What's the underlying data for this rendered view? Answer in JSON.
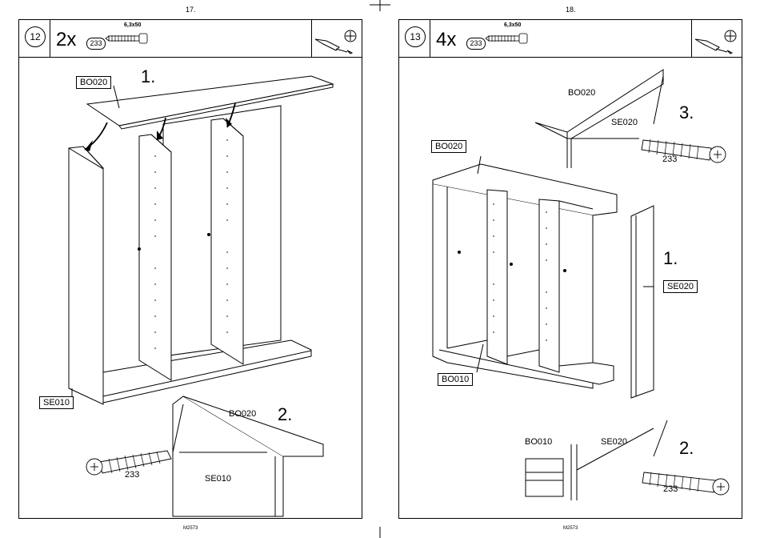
{
  "pages": [
    {
      "page_number": "17.",
      "step": "12",
      "quantity": "2x",
      "part": "233",
      "screw_spec": "6,3x50",
      "labels": {
        "top_panel": "BO020",
        "side_panel": "SE010",
        "detail_top": "BO020",
        "detail_side": "SE010",
        "detail_screw": "233"
      },
      "sub_steps": [
        "1.",
        "2."
      ],
      "footer": "M2573"
    },
    {
      "page_number": "18.",
      "step": "13",
      "quantity": "4x",
      "part": "233",
      "screw_spec": "6,3x50",
      "labels": {
        "top_panel": "BO020",
        "side_panel": "SE020",
        "bottom_panel": "BO010",
        "detail3_top": "BO020",
        "detail3_side": "SE020",
        "detail3_screw": "233",
        "detail2_bottom": "BO010",
        "detail2_side": "SE020",
        "detail2_screw": "233"
      },
      "sub_steps": [
        "1.",
        "2.",
        "3."
      ],
      "footer": "M2573"
    }
  ],
  "icons": [
    "screwdriver-icon",
    "phillips-head-icon",
    "screw-icon"
  ]
}
